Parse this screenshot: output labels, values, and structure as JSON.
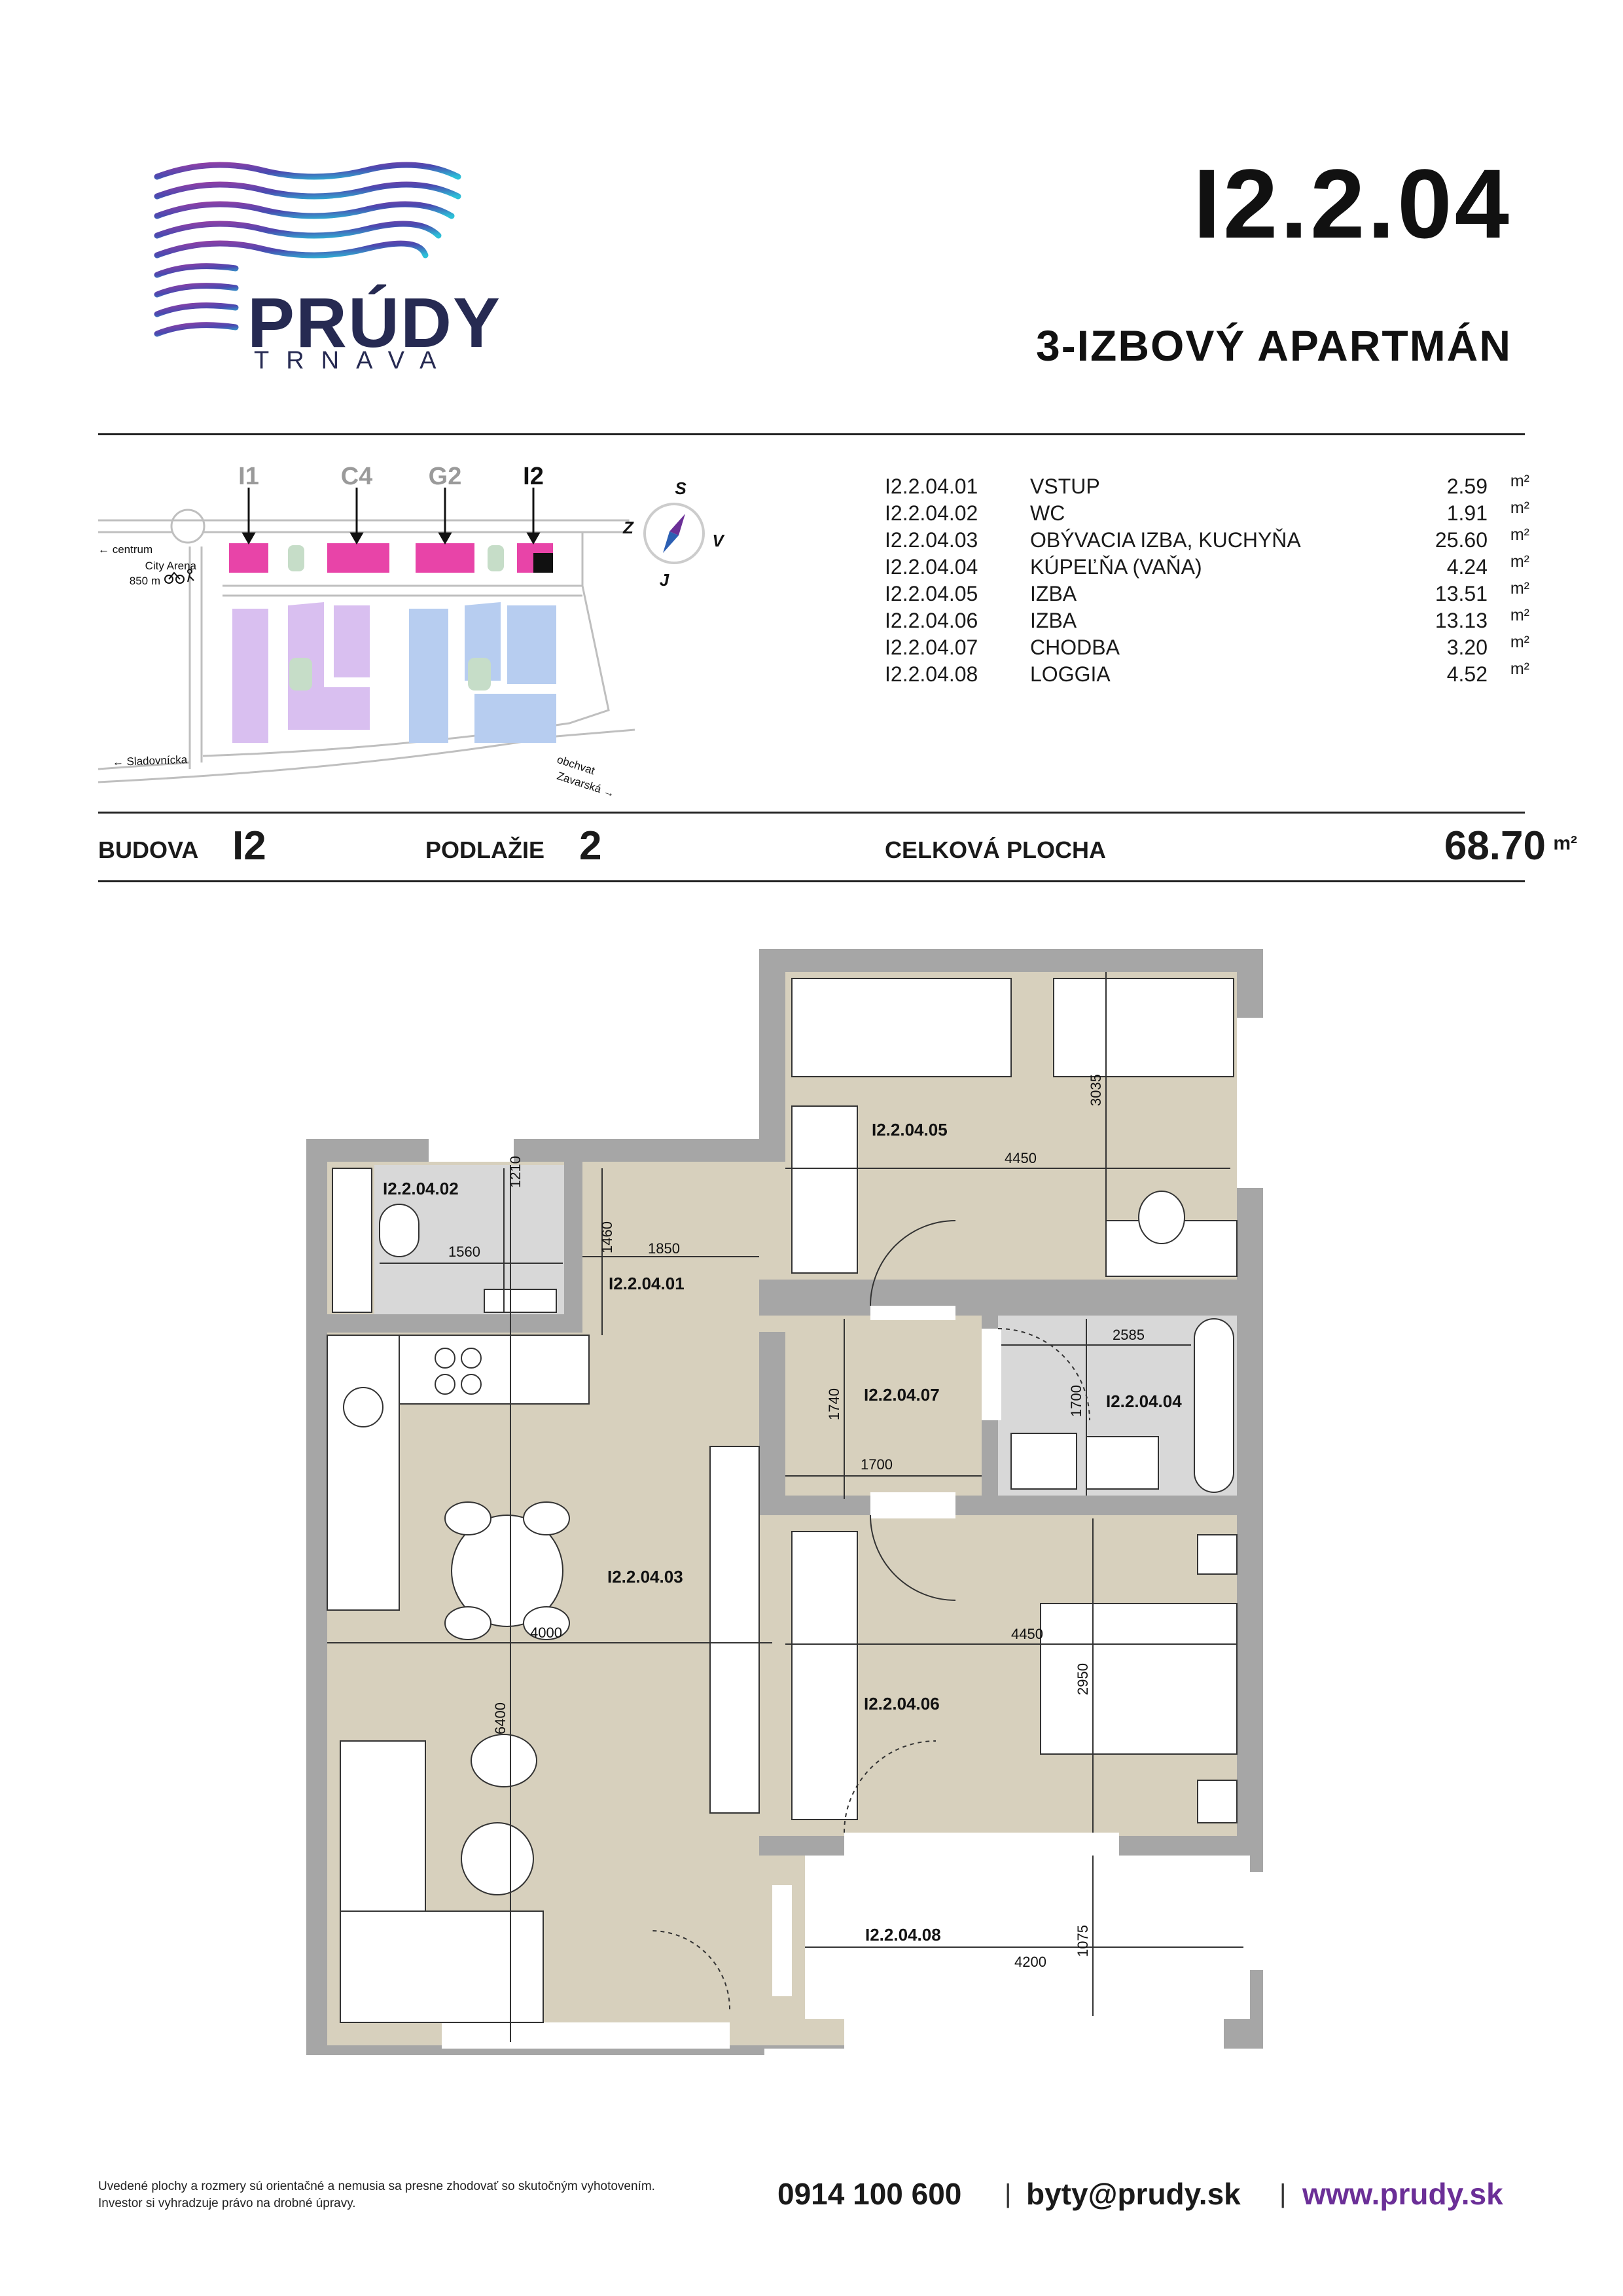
{
  "brand": {
    "name": "PRÚDY",
    "city": "TRNAVA"
  },
  "unit": {
    "code": "I2.2.04",
    "type": "3-IZBOVÝ APARTMÁN"
  },
  "siteplan": {
    "buildings": [
      "I1",
      "C4",
      "G2",
      "I2"
    ],
    "labels": {
      "centrum": "← centrum",
      "arena": "City Arena",
      "distance": "850 m",
      "sladovnicka": "← Sladovnícka",
      "obchvat": "obchvat",
      "zavarska": "Zavarská →"
    },
    "compass": {
      "n": "S",
      "s": "J",
      "w": "Z",
      "e": "V"
    }
  },
  "rooms": [
    {
      "id": "I2.2.04.01",
      "name": "VSTUP",
      "area": "2.59",
      "unit": "m²"
    },
    {
      "id": "I2.2.04.02",
      "name": "WC",
      "area": "1.91",
      "unit": "m²"
    },
    {
      "id": "I2.2.04.03",
      "name": "OBÝVACIA IZBA, KUCHYŇA",
      "area": "25.60",
      "unit": "m²"
    },
    {
      "id": "I2.2.04.04",
      "name": "KÚPEĽŇA (VAŇA)",
      "area": "4.24",
      "unit": "m²"
    },
    {
      "id": "I2.2.04.05",
      "name": "IZBA",
      "area": "13.51",
      "unit": "m²"
    },
    {
      "id": "I2.2.04.06",
      "name": "IZBA",
      "area": "13.13",
      "unit": "m²"
    },
    {
      "id": "I2.2.04.07",
      "name": "CHODBA",
      "area": "3.20",
      "unit": "m²"
    },
    {
      "id": "I2.2.04.08",
      "name": "LOGGIA",
      "area": "4.52",
      "unit": "m²"
    }
  ],
  "summary": {
    "building_label": "BUDOVA",
    "building": "I2",
    "floor_label": "PODLAŽIE",
    "floor": "2",
    "total_label": "CELKOVÁ PLOCHA",
    "total": "68.70",
    "total_unit": "m²"
  },
  "plan": {
    "labels": {
      "r01": "I2.2.04.01",
      "r02": "I2.2.04.02",
      "r03": "I2.2.04.03",
      "r04": "I2.2.04.04",
      "r05": "I2.2.04.05",
      "r06": "I2.2.04.06",
      "r07": "I2.2.04.07",
      "r08": "I2.2.04.08"
    },
    "dims": {
      "d1210": "1210",
      "d1560": "1560",
      "d1460": "1460",
      "d1850": "1850",
      "d4450a": "4450",
      "d3035": "3035",
      "d2585": "2585",
      "d1700v": "1700",
      "d1740": "1740",
      "d1700h": "1700",
      "d4000": "4000",
      "d6400": "6400",
      "d4450b": "4450",
      "d2950": "2950",
      "d4200": "4200",
      "d1075": "1075"
    }
  },
  "footer": {
    "disclaimer_1": "Uvedené plochy a rozmery sú orientačné a nemusia sa presne zhodovať so skutočným vyhotovením.",
    "disclaimer_2": "Investor si vyhradzuje právo na drobné úpravy.",
    "phone": "0914 100 600",
    "email": "byty@prudy.sk",
    "web": "www.prudy.sk",
    "separator": "|"
  },
  "colors": {
    "living": "#d7d0bd",
    "wet": "#d8d8d8",
    "wall": "#a6a6a6",
    "site_pink": "#e844a8",
    "site_lilac": "#d9bff0",
    "site_blue": "#b7cdf0",
    "site_green": "#c6ddc8",
    "accent_purple": "#6b2f97"
  }
}
